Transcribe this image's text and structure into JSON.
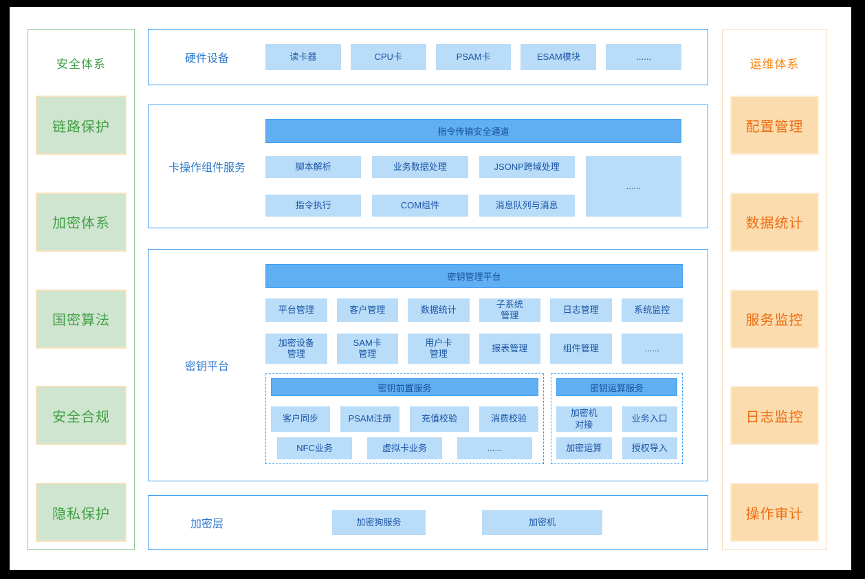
{
  "left_sidebar": {
    "title": "安全体系",
    "items": [
      "链路保护",
      "加密体系",
      "国密算法",
      "安全合规",
      "隐私保护"
    ]
  },
  "right_sidebar": {
    "title": "运维体系",
    "items": [
      "配置管理",
      "数据统计",
      "服务监控",
      "日志监控",
      "操作审计"
    ]
  },
  "hardware": {
    "label": "硬件设备",
    "chips": [
      "读卡器",
      "CPU卡",
      "PSAM卡",
      "ESAM模块",
      "......"
    ]
  },
  "card_ops": {
    "label": "卡操作组件服务",
    "channel": "指令传输安全通道",
    "row1": [
      "脚本解析",
      "业务数据处理",
      "JSONP跨域处理"
    ],
    "row2": [
      "指令执行",
      "COM组件",
      "消息队列与消息"
    ],
    "more": "......"
  },
  "key_platform": {
    "label": "密钥平台",
    "header": "密钥管理平台",
    "row1": [
      "平台管理",
      "客户管理",
      "数据统计",
      "子系统\n管理",
      "日志管理",
      "系统监控"
    ],
    "row2": [
      "加密设备\n管理",
      "SAM卡\n管理",
      "用户卡\n管理",
      "报表管理",
      "组件管理",
      "......"
    ],
    "front": {
      "header": "密钥前置服务",
      "row1": [
        "客户同步",
        "PSAM注册",
        "充值校验",
        "消费校验"
      ],
      "row2": [
        "NFC业务",
        "虚拟卡业务",
        "......"
      ]
    },
    "calc": {
      "header": "密钥运算服务",
      "row1": [
        "加密机\n对接",
        "业务入口"
      ],
      "row2": [
        "加密运算",
        "授权导入"
      ]
    }
  },
  "crypto_layer": {
    "label": "加密层",
    "chips": [
      "加密狗服务",
      "加密机"
    ]
  },
  "colors": {
    "layer_border_blue": "#3f9ef0",
    "header_bar_blue": "#60aff2",
    "header_text_blue": "#17519e",
    "chip_bg_blue": "#b9dcf8",
    "chip_text_blue": "#1b55a6",
    "label_text_blue": "#2e79cf",
    "green_text": "#43a047",
    "green_item_bg": "#cfe5cf",
    "cream_border": "#f7e2bd",
    "orange_title": "#f8860e",
    "orange_text": "#ed6d12",
    "orange_item_bg": "#fbdcae",
    "frame_black": "#000000",
    "page_white": "#ffffff"
  }
}
